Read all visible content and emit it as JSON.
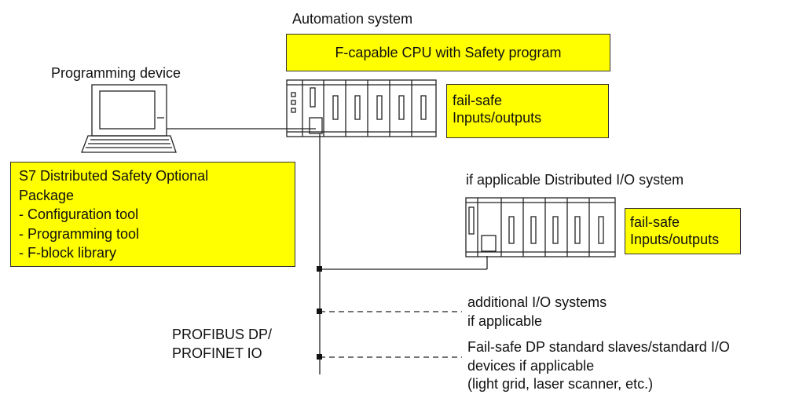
{
  "colors": {
    "highlight": "#ffff00",
    "line": "#222222"
  },
  "labels": {
    "automation_system": "Automation system",
    "programming_device": "Programming device",
    "cpu": "F-capable CPU with Safety program",
    "failsafe_cpu": [
      "fail-safe",
      "Inputs/outputs"
    ],
    "distributed_io": "if applicable Distributed I/O system",
    "failsafe_dio": [
      "fail-safe",
      "Inputs/outputs"
    ],
    "package": [
      "S7 Distributed Safety Optional",
      "Package",
      "- Configuration tool",
      "- Programming tool",
      "- F-block library"
    ],
    "additional_io": [
      "additional I/O systems",
      "if applicable"
    ],
    "standard_slaves": [
      "Fail-safe DP standard slaves/standard I/O",
      "devices if applicable",
      "(light grid, laser scanner, etc.)"
    ],
    "bus": [
      "PROFIBUS DP/",
      "PROFINET IO"
    ]
  },
  "icons": [
    "computer-icon",
    "plc-rack-icon",
    "distributed-io-rack-icon"
  ]
}
